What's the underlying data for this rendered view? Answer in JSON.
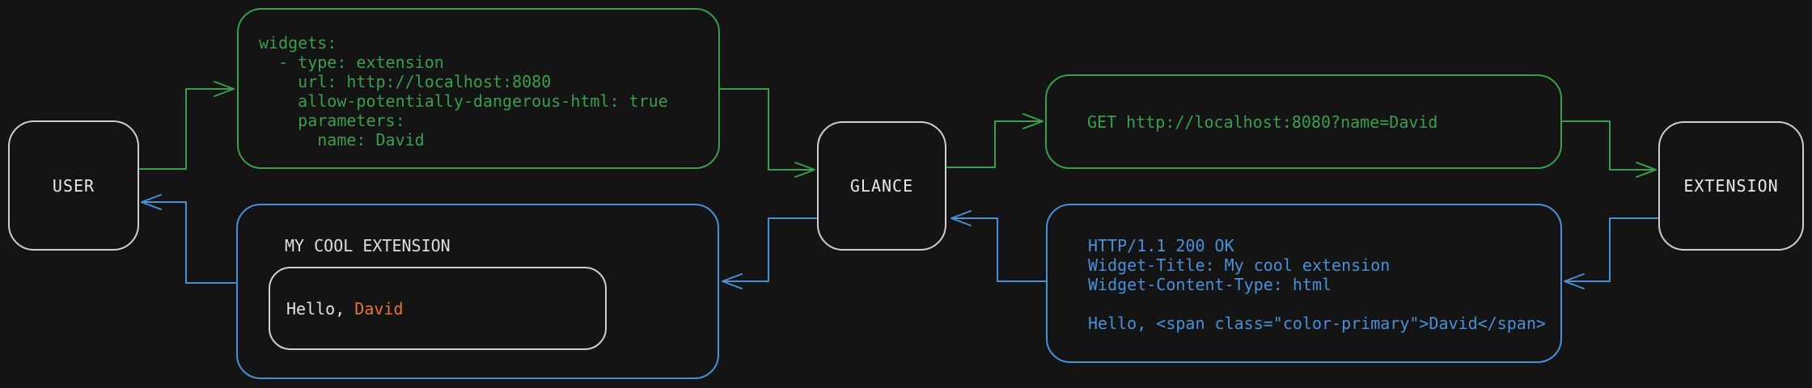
{
  "diagram": {
    "nodes": {
      "user": "USER",
      "glance": "GLANCE",
      "extension": "EXTENSION"
    },
    "messages": {
      "config_yaml": "widgets:\n  - type: extension\n    url: http://localhost:8080\n    allow-potentially-dangerous-html: true\n    parameters:\n      name: David",
      "http_request": "GET http://localhost:8080?name=David",
      "http_response": "HTTP/1.1 200 OK\nWidget-Title: My cool extension\nWidget-Content-Type: html\n\nHello, <span class=\"color-primary\">David</span>",
      "widget_title": "MY COOL EXTENSION",
      "greeting_prefix": "Hello, ",
      "greeting_name": "David"
    },
    "colors": {
      "request_green": "#3a9e4d",
      "response_blue": "#4a90d9",
      "accent_orange": "#e5743a",
      "node_border_gray": "#cfcfcf",
      "background": "#141414"
    }
  }
}
